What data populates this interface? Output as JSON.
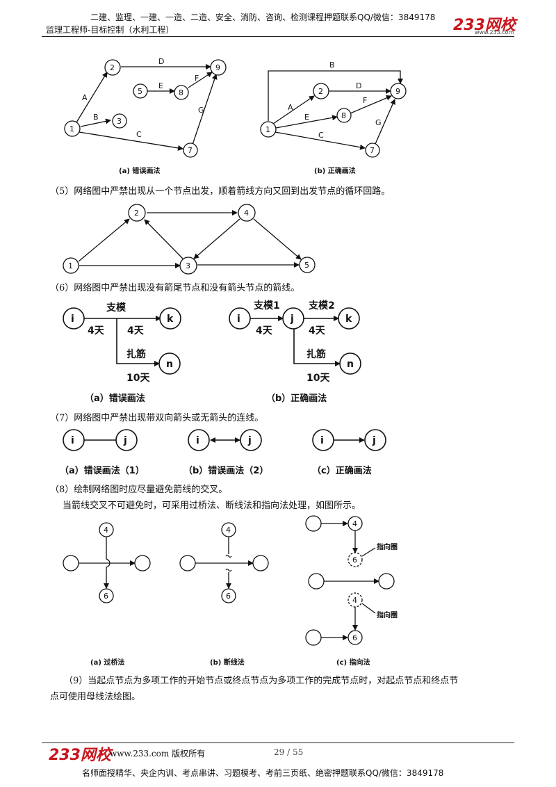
{
  "header": {
    "line1": "二建、监理、一建、一造、二造、安全、消防、咨询、检测课程押题联系QQ/微信：3849178",
    "line2": "监理工程师-目标控制（水利工程）",
    "logo": "233网校",
    "logo_sub": "www.233.com"
  },
  "figure1": {
    "caption_a": "(a) 错误画法",
    "caption_b": "(b) 正确画法",
    "wrong": {
      "nodes": [
        "1",
        "2",
        "3",
        "5",
        "7",
        "8",
        "9"
      ],
      "edges": [
        "A",
        "B",
        "C",
        "D",
        "E",
        "F",
        "G"
      ]
    },
    "right": {
      "nodes": [
        "1",
        "2",
        "7",
        "8",
        "9"
      ],
      "edges": [
        "A",
        "B",
        "C",
        "D",
        "E",
        "F",
        "G"
      ]
    }
  },
  "para5": "（5）网络图中严禁出现从一个节点出发，顺着箭线方向又回到出发节点的循环回路。",
  "figure2": {
    "nodes": [
      "1",
      "2",
      "3",
      "4",
      "5"
    ]
  },
  "para6": "（6）网络图中严禁出现没有箭尾节点和没有箭头节点的箭线。",
  "figure3": {
    "wrong": {
      "nodes": [
        "i",
        "k",
        "n"
      ],
      "label_top": "支模",
      "dur_left": "4天",
      "dur_right": "4天",
      "label_branch": "扎筋",
      "dur_branch": "10天"
    },
    "right": {
      "nodes": [
        "i",
        "j",
        "k",
        "n"
      ],
      "label_1": "支模1",
      "label_2": "支模2",
      "dur_1": "4天",
      "dur_2": "4天",
      "label_branch": "扎筋",
      "dur_branch": "10天"
    },
    "caption_a": "（a）错误画法",
    "caption_b": "（b）正确画法"
  },
  "para7": "（7）网络图中严禁出现带双向箭头或无箭头的连线。",
  "figure4": {
    "node_i": "i",
    "node_j": "j",
    "caption_a": "（a）错误画法（1）",
    "caption_b": "（b）错误画法（2）",
    "caption_c": "（c）正确画法"
  },
  "para8a": "（8）绘制网络图时应尽量避免箭线的交叉。",
  "para8b": "当箭线交叉不可避免时，可采用过桥法、断线法和指向法处理，如图所示。",
  "figure5": {
    "node_4": "4",
    "node_6": "6",
    "pointer_label": "指向圈",
    "caption_a": "(a) 过桥法",
    "caption_b": "(b) 断线法",
    "caption_c": "(c) 指向法"
  },
  "para9a": "（9）当起点节点为多项工作的开始节点或终点节点为多项工作的完成节点时，对起点节点和终点节",
  "para9b": "点可使用母线法绘图。",
  "footer": {
    "logo": "233网校",
    "copyright": "www.233.com 版权所有",
    "page": "29 / 55",
    "bottom": "名师面授精华、央企内训、考点串讲、习题模考、考前三页纸、绝密押题联系QQ/微信：3849178"
  }
}
